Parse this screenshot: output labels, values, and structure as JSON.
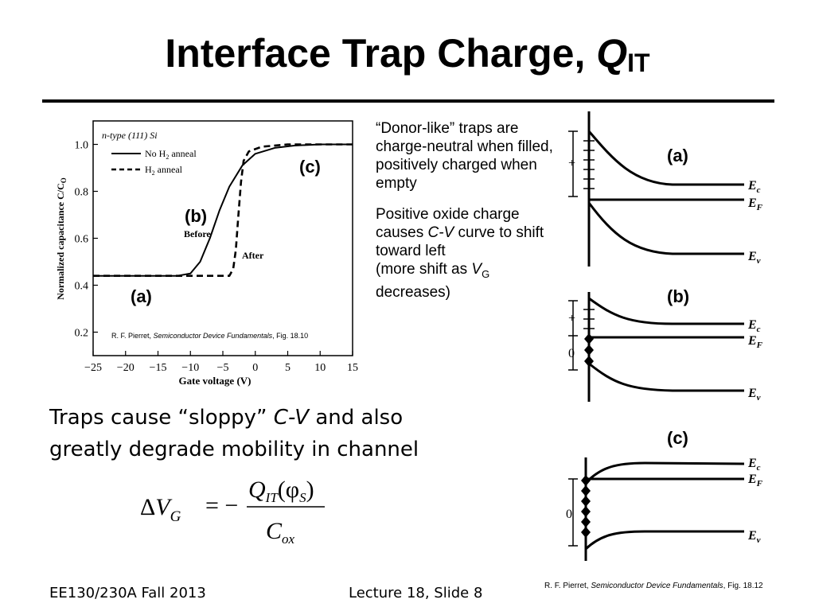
{
  "title": {
    "text": "Interface Trap Charge, ",
    "q": "Q",
    "sub": "IT"
  },
  "notes": {
    "donor": "“Donor-like” traps are charge-neutral when filled, positively charged when empty",
    "positive_1": "Positive oxide charge causes ",
    "positive_cv": "C-V",
    "positive_2": " curve to shift toward left",
    "positive_3": " (more shift as ",
    "positive_vg": "V",
    "positive_vg_sub": "G",
    "positive_4": " decreases)"
  },
  "traps_text": {
    "a": "Traps cause “sloppy” ",
    "cv": "C-V",
    "b": " and also greatly degrade mobility in channel"
  },
  "equation": {
    "lhs_delta": "Δ",
    "lhs_v": "V",
    "lhs_sub": "G",
    "eq": "= −",
    "num_q": "Q",
    "num_sub": "IT",
    "num_arg": "(φ",
    "num_arg_sub": "S",
    "num_close": ")",
    "den_c": "C",
    "den_sub": "ox"
  },
  "footer": {
    "course": "EE130/230A Fall 2013",
    "slide": "Lecture 18, Slide 8"
  },
  "cite_band": {
    "author": "R. F. Pierret, ",
    "book": "Semiconductor Device Fundamentals",
    "fig": ", Fig. 18.12"
  },
  "cite_cv": {
    "author": "R. F. Pierret, ",
    "book": "Semiconductor Device Fundamentals",
    "fig": ", Fig. 18.10"
  },
  "chart_data": {
    "type": "line",
    "title": "",
    "xlabel": "Gate voltage (V)",
    "ylabel": "Normalized capacitance C/C",
    "ylabel_sub": "O",
    "xlim": [
      -25,
      15
    ],
    "ylim": [
      0.1,
      1.1
    ],
    "x_ticks": [
      -25,
      -20,
      -15,
      -10,
      -5,
      0,
      5,
      10,
      15
    ],
    "x_tick_labels": [
      "−25",
      "−20",
      "−15",
      "−10",
      "−5",
      "0",
      "5",
      "10",
      "15"
    ],
    "y_ticks": [
      0.2,
      0.4,
      0.6,
      0.8,
      1.0
    ],
    "y_tick_labels": [
      "0.2",
      "0.4",
      "0.6",
      "0.8",
      "1.0"
    ],
    "legend_title": "n-type (111) Si",
    "series": [
      {
        "name": "No H2 anneal",
        "style": "solid",
        "points": [
          [
            -25,
            0.44
          ],
          [
            -12,
            0.44
          ],
          [
            -10,
            0.45
          ],
          [
            -8.5,
            0.5
          ],
          [
            -7,
            0.6
          ],
          [
            -5.5,
            0.72
          ],
          [
            -4,
            0.82
          ],
          [
            -2,
            0.91
          ],
          [
            0,
            0.96
          ],
          [
            3,
            0.985
          ],
          [
            6,
            0.995
          ],
          [
            10,
            1.0
          ],
          [
            15,
            1.0
          ]
        ]
      },
      {
        "name": "H2 anneal",
        "style": "dashed",
        "points": [
          [
            -25,
            0.44
          ],
          [
            -4,
            0.44
          ],
          [
            -3.4,
            0.47
          ],
          [
            -3,
            0.55
          ],
          [
            -2.6,
            0.7
          ],
          [
            -2.2,
            0.84
          ],
          [
            -1.8,
            0.93
          ],
          [
            -1,
            0.97
          ],
          [
            1,
            0.99
          ],
          [
            5,
            1.0
          ],
          [
            15,
            1.0
          ]
        ]
      }
    ],
    "annotations": [
      "(a)",
      "(b)",
      "(c)",
      "Before",
      "After"
    ]
  },
  "bands": {
    "labels": [
      "(a)",
      "(b)",
      "(c)"
    ],
    "ec": "E",
    "ec_sub": "c",
    "ef": "E",
    "ef_sub": "F",
    "ev": "E",
    "ev_sub": "v",
    "plus": "+",
    "zero": "0"
  }
}
